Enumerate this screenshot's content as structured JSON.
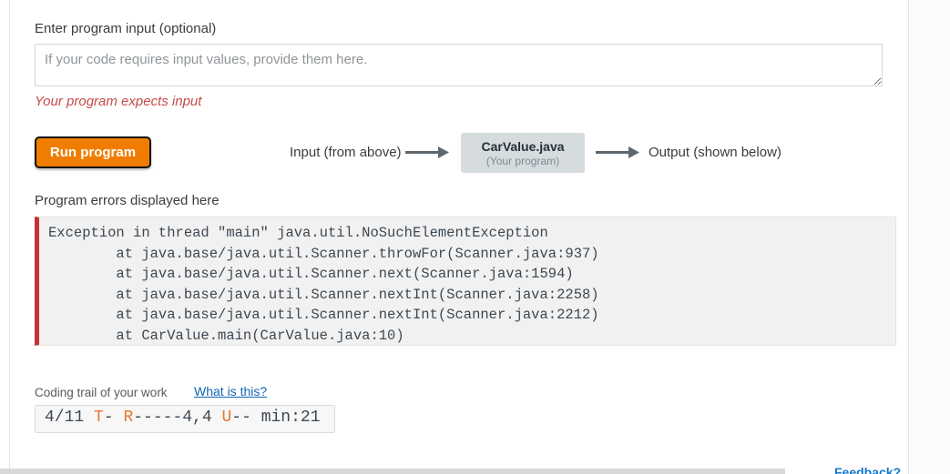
{
  "input_section": {
    "label": "Enter program input (optional)",
    "placeholder": "If your code requires input values, provide them here.",
    "warning": "Your program expects input"
  },
  "run_button_label": "Run program",
  "flow": {
    "input_label": "Input (from above)",
    "program_name": "CarValue.java",
    "program_subtitle": "(Your program)",
    "output_label": "Output (shown below)"
  },
  "errors_section": {
    "label": "Program errors displayed here",
    "lines": [
      "Exception in thread \"main\" java.util.NoSuchElementException",
      "        at java.base/java.util.Scanner.throwFor(Scanner.java:937)",
      "        at java.base/java.util.Scanner.next(Scanner.java:1594)",
      "        at java.base/java.util.Scanner.nextInt(Scanner.java:2258)",
      "        at java.base/java.util.Scanner.nextInt(Scanner.java:2212)",
      "        at CarValue.main(CarValue.java:10)"
    ]
  },
  "trail_section": {
    "label": "Coding trail of your work",
    "link_label": "What is this?",
    "segments": [
      {
        "text": "4/11 ",
        "accent": false
      },
      {
        "text": "T",
        "accent": true
      },
      {
        "text": "- ",
        "accent": false
      },
      {
        "text": "R",
        "accent": true
      },
      {
        "text": "-----4,4 ",
        "accent": false
      },
      {
        "text": "U",
        "accent": true
      },
      {
        "text": "-- ",
        "accent": false
      },
      {
        "text": "min:21",
        "accent": false
      }
    ]
  },
  "feedback_link_label": "Feedback?",
  "colors": {
    "run_button_orange": "#f07d00",
    "error_border_red": "#c43434",
    "trail_accent_orange": "#e8762d",
    "link_blue": "#1464b4",
    "feedback_blue": "#1478cc",
    "warning_red": "#c74a4a",
    "program_box_gray": "#d6dbde",
    "arrow_gray": "#5d676e"
  }
}
